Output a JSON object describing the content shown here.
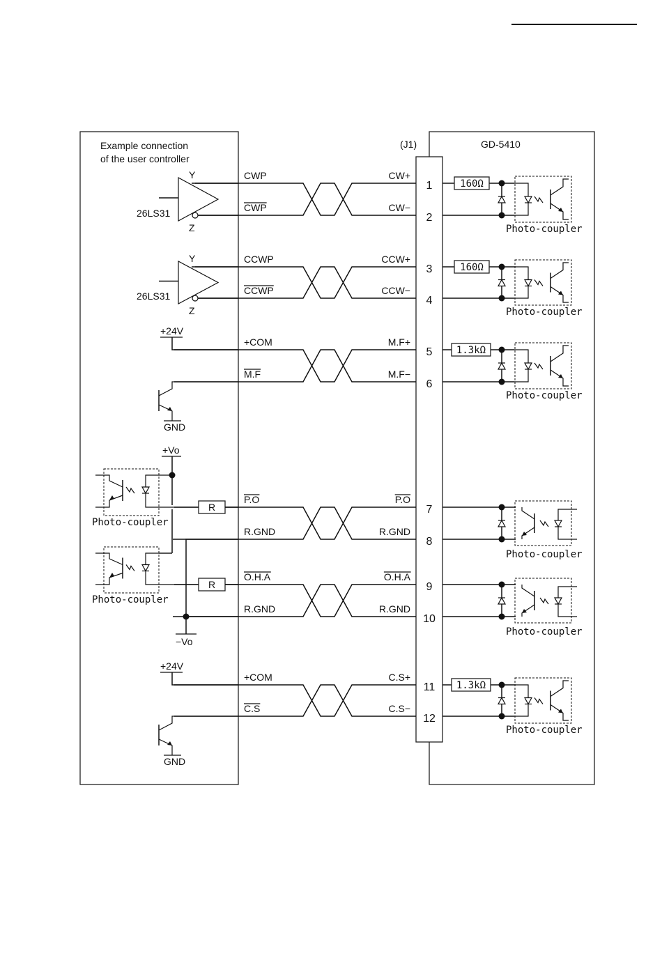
{
  "controller": {
    "title_line1": "Example connection",
    "title_line2": "of the user controller",
    "driver_ic": "26LS31",
    "driver_out_y": "Y",
    "driver_out_z": "Z",
    "supply_24v": "+24V",
    "gnd": "GND",
    "vo_plus": "+Vo",
    "vo_minus": "−Vo",
    "resistor": "R",
    "photocoupler": "Photo-coupler"
  },
  "device": {
    "name": "GD-5410",
    "connector": "(J1)",
    "photocoupler": "Photo-coupler"
  },
  "signals": [
    {
      "pin": "1",
      "left": "CWP",
      "left_bar": false,
      "right": "CW+",
      "right_bar": false,
      "resistor": "160Ω"
    },
    {
      "pin": "2",
      "left": "CWP",
      "left_bar": true,
      "right": "CW−",
      "right_bar": false
    },
    {
      "pin": "3",
      "left": "CCWP",
      "left_bar": false,
      "right": "CCW+",
      "right_bar": false,
      "resistor": "160Ω"
    },
    {
      "pin": "4",
      "left": "CCWP",
      "left_bar": true,
      "right": "CCW−",
      "right_bar": false
    },
    {
      "pin": "5",
      "left": "+COM",
      "left_bar": false,
      "right": "M.F+",
      "right_bar": false,
      "resistor": "1.3kΩ"
    },
    {
      "pin": "6",
      "left": "M.F",
      "left_bar": true,
      "right": "M.F−",
      "right_bar": false
    },
    {
      "pin": "7",
      "left": "P.O",
      "left_bar": true,
      "right": "P.O",
      "right_bar": true
    },
    {
      "pin": "8",
      "left": "R.GND",
      "left_bar": false,
      "right": "R.GND",
      "right_bar": false
    },
    {
      "pin": "9",
      "left": "O.H.A",
      "left_bar": true,
      "right": "O.H.A",
      "right_bar": true
    },
    {
      "pin": "10",
      "left": "R.GND",
      "left_bar": false,
      "right": "R.GND",
      "right_bar": false
    },
    {
      "pin": "11",
      "left": "+COM",
      "left_bar": false,
      "right": "C.S+",
      "right_bar": false,
      "resistor": "1.3kΩ"
    },
    {
      "pin": "12",
      "left": "C.S",
      "left_bar": true,
      "right": "C.S−",
      "right_bar": false
    }
  ]
}
